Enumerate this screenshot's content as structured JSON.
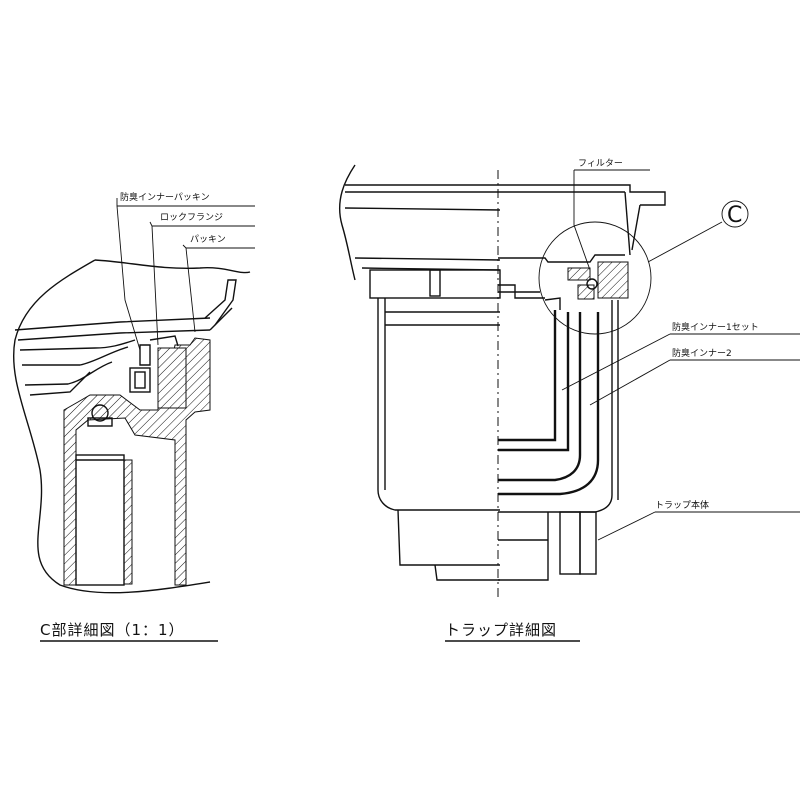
{
  "detail_view": {
    "caption": "C部詳細図（1：1）",
    "labels": {
      "inner_packing": "防臭インナーパッキン",
      "lock_flange": "ロックフランジ",
      "packing": "パッキン"
    }
  },
  "trap_view": {
    "caption": "トラップ詳細図",
    "callout": "C",
    "labels": {
      "filter": "フィルター",
      "inner_set": "防臭インナー1セット",
      "inner_2": "防臭インナー2",
      "trap_body": "トラップ本体"
    }
  }
}
